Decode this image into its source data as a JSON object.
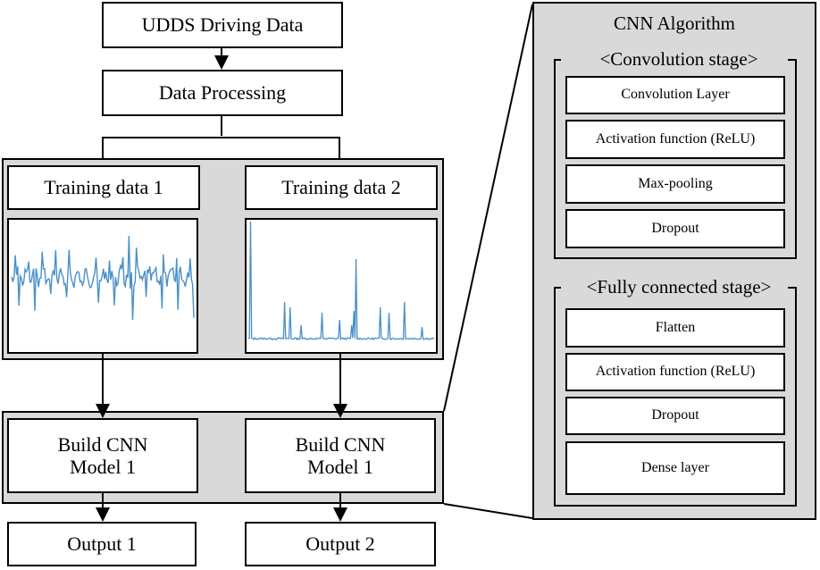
{
  "flow": {
    "source": "UDDS Driving Data",
    "processing": "Data Processing",
    "training_1": "Training data 1",
    "training_2": "Training data 2",
    "model_1": "Build CNN\nModel 1",
    "model_2": "Build CNN\nModel 1",
    "output_1": "Output 1",
    "output_2": "Output 2"
  },
  "cnn": {
    "title": "CNN Algorithm",
    "conv_stage": {
      "title": "<Convolution stage>",
      "layers": [
        "Convolution Layer",
        "Activation function (ReLU)",
        "Max-pooling",
        "Dropout"
      ]
    },
    "fc_stage": {
      "title": "<Fully connected stage>",
      "layers": [
        "Flatten",
        "Activation function (ReLU)",
        "Dropout",
        "Dense layer"
      ]
    }
  },
  "colors": {
    "panel": "#d9d9d9",
    "signal": "#4a90c8"
  }
}
